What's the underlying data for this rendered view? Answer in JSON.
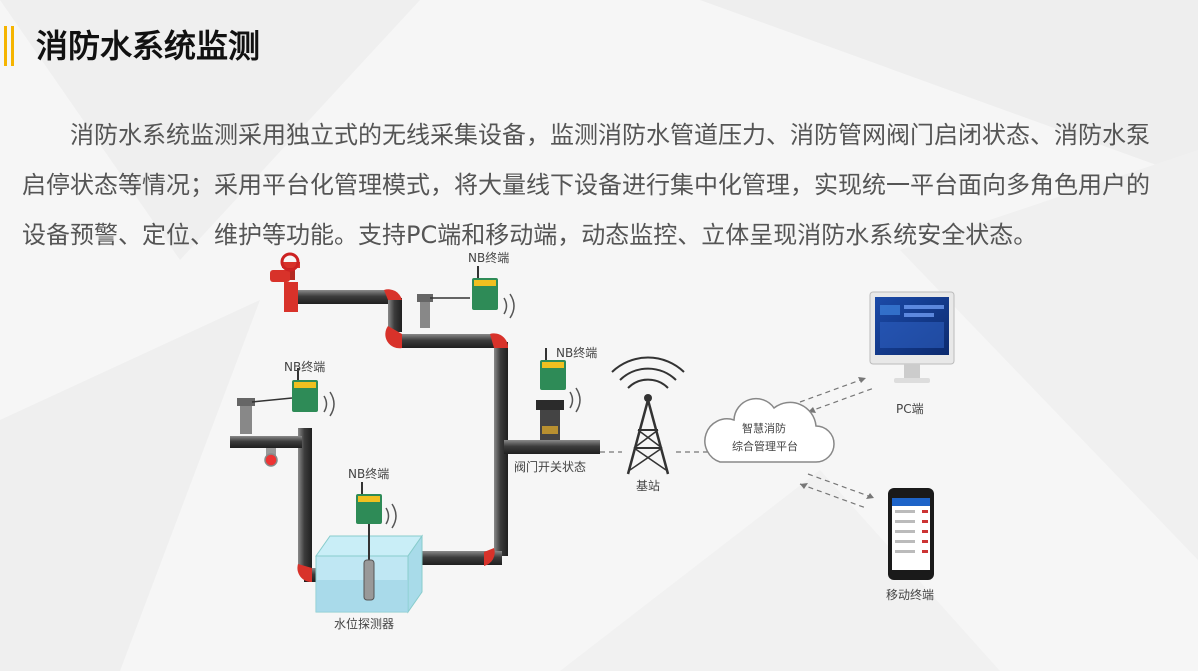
{
  "page": {
    "title": "消防水系统监测",
    "description": "消防水系统监测采用独立式的无线采集设备，监测消防水管道压力、消防管网阀门启闭状态、消防水泵启停状态等情况；采用平台化管理模式，将大量线下设备进行集中化管理，实现统一平台面向多角色用户的设备预警、定位、维护等功能。支持PC端和移动端，动态监控、立体呈现消防水系统安全状态。"
  },
  "diagram": {
    "nb_terminal_1": "NB终端",
    "nb_terminal_2": "NB终端",
    "nb_terminal_3": "NB终端",
    "nb_terminal_4": "NB终端",
    "valve_status": "阀门开关状态",
    "water_level_probe": "水位探测器",
    "base_station": "基站",
    "cloud_line1": "智慧消防",
    "cloud_line2": "综合管理平台",
    "pc_client": "PC端",
    "mobile_terminal": "移动终端"
  },
  "colors": {
    "accent": "#f5b400",
    "pipe": "#4b4b4b",
    "pipe_joint": "#d8322a",
    "device": "#2e8b57",
    "device_top": "#f0c020"
  }
}
